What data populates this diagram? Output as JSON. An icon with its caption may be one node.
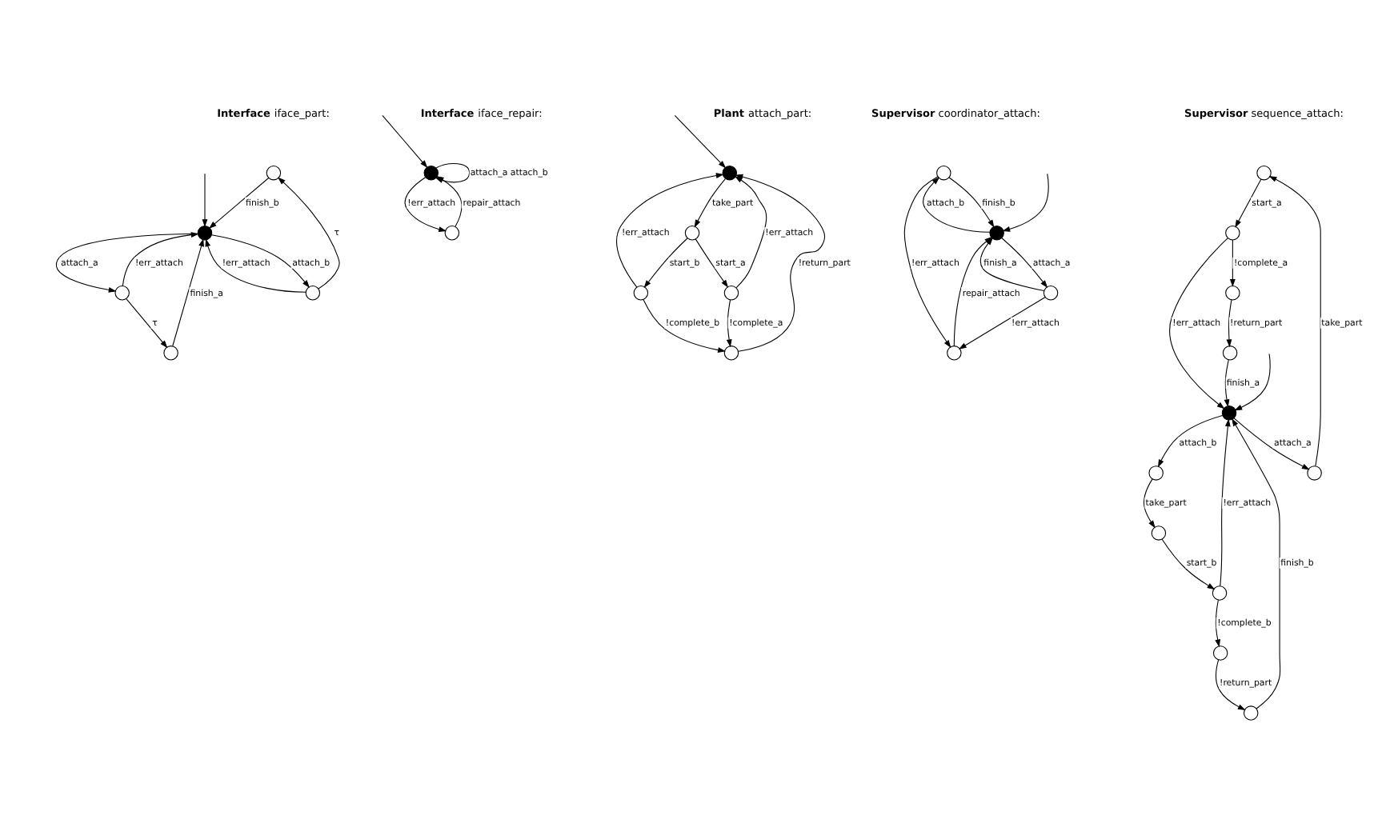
{
  "diagram": {
    "nodes": [
      {
        "text": [],
        "shape": "circle"
      },
      {
        "text": [],
        "shape": "circle"
      },
      {
        "text": [],
        "shape": "circle"
      },
      {
        "text": [],
        "shape": "circle"
      },
      {
        "text": [],
        "shape": "circle"
      },
      {
        "text": [],
        "shape": "circle"
      },
      {
        "text": [],
        "shape": "circle"
      },
      {
        "text": [],
        "shape": "circle"
      },
      {
        "text": [],
        "shape": "circle"
      },
      {
        "text": [],
        "shape": "circle"
      },
      {
        "text": [],
        "shape": "circle"
      },
      {
        "text": [],
        "shape": "circle"
      },
      {
        "text": [],
        "shape": "circle"
      },
      {
        "text": [],
        "shape": "circle"
      },
      {
        "text": [],
        "shape": "circle"
      },
      {
        "text": [],
        "shape": "circle"
      },
      {
        "text": [],
        "shape": "circle"
      },
      {
        "text": [],
        "shape": "circle"
      },
      {
        "text": [],
        "shape": "circle"
      },
      {
        "text": [],
        "shape": "circle"
      },
      {
        "text": [],
        "shape": "circle"
      },
      {
        "text": [],
        "shape": "circle"
      },
      {
        "text": [],
        "shape": "circle"
      },
      {
        "text": [],
        "shape": "circle"
      },
      {
        "text": [],
        "shape": "circle"
      },
      {
        "text": [],
        "shape": "circle"
      },
      {
        "text": [],
        "shape": "circle"
      }
    ],
    "edges": [
      {
        "from": null,
        "to": 2,
        "arrow": "to"
      },
      {
        "from": 2,
        "to": 1,
        "arrow": "to",
        "label": "attach_b"
      },
      {
        "from": 1,
        "to": 2,
        "arrow": "to",
        "label": "!err_attach"
      },
      {
        "from": 1,
        "to": 0,
        "arrow": "to",
        "label": "τ"
      },
      {
        "from": 0,
        "to": 2,
        "arrow": "to",
        "label": "finish_b"
      },
      {
        "from": 2,
        "to": 3,
        "arrow": "to",
        "label": "attach_a"
      },
      {
        "from": 3,
        "to": 2,
        "arrow": "to",
        "label": "!err_attach"
      },
      {
        "from": 3,
        "to": 4,
        "arrow": "to",
        "label": "τ"
      },
      {
        "from": 4,
        "to": 2,
        "arrow": "to",
        "label": "finish_a"
      },
      {
        "from": null,
        "to": 5,
        "arrow": "to"
      },
      {
        "from": 5,
        "to": 5,
        "arrow": "to",
        "label": "attach_a attach_b"
      },
      {
        "from": 5,
        "to": 6,
        "arrow": "to",
        "label": "!err_attach"
      },
      {
        "from": 6,
        "to": 5,
        "arrow": "to",
        "label": "repair_attach"
      },
      {
        "from": null,
        "to": 7,
        "arrow": "to"
      },
      {
        "from": 7,
        "to": 8,
        "arrow": "to",
        "label": "take_part"
      },
      {
        "from": 8,
        "to": 9,
        "arrow": "to",
        "label": "start_a"
      },
      {
        "from": 8,
        "to": 10,
        "arrow": "to",
        "label": "start_b"
      },
      {
        "from": 9,
        "to": 7,
        "arrow": "to",
        "label": "!err_attach"
      },
      {
        "from": 10,
        "to": 7,
        "arrow": "to",
        "label": "!err_attach"
      },
      {
        "from": 9,
        "to": 11,
        "arrow": "to",
        "label": "!complete_a"
      },
      {
        "from": 10,
        "to": 11,
        "arrow": "to",
        "label": "!complete_b"
      },
      {
        "from": 11,
        "to": 7,
        "arrow": "to",
        "label": "!return_part"
      },
      {
        "from": null,
        "to": 13,
        "arrow": "to"
      },
      {
        "from": 12,
        "to": 13,
        "arrow": "to",
        "label": "finish_b"
      },
      {
        "from": 13,
        "to": 12,
        "arrow": "to",
        "label": "attach_b"
      },
      {
        "from": 14,
        "to": 13,
        "arrow": "to",
        "label": "finish_a"
      },
      {
        "from": 13,
        "to": 14,
        "arrow": "to",
        "label": "attach_a"
      },
      {
        "from": 12,
        "to": 15,
        "arrow": "to",
        "label": "!err_attach"
      },
      {
        "from": 14,
        "to": 15,
        "arrow": "to",
        "label": "!err_attach"
      },
      {
        "from": 15,
        "to": 13,
        "arrow": "to",
        "label": "repair_attach"
      },
      {
        "from": 16,
        "to": 17,
        "arrow": "to",
        "label": "start_a"
      },
      {
        "from": 17,
        "to": 18,
        "arrow": "to",
        "label": "!complete_a"
      },
      {
        "from": 19,
        "to": 16,
        "arrow": "to",
        "label": "take_part"
      },
      {
        "from": 17,
        "to": 21,
        "arrow": "to",
        "label": "!err_attach"
      },
      {
        "from": 18,
        "to": 20,
        "arrow": "to",
        "label": "!return_part"
      },
      {
        "from": 21,
        "to": 19,
        "arrow": "to",
        "label": "attach_a"
      },
      {
        "from": 20,
        "to": 21,
        "arrow": "to",
        "label": "finish_a"
      },
      {
        "from": null,
        "to": 21,
        "arrow": "to"
      },
      {
        "from": 21,
        "to": 22,
        "arrow": "to",
        "label": "attach_b"
      },
      {
        "from": 23,
        "to": 21,
        "arrow": "to",
        "label": "finish_b"
      },
      {
        "from": 22,
        "to": 24,
        "arrow": "to",
        "label": "take_part"
      },
      {
        "from": 25,
        "to": 21,
        "arrow": "to",
        "label": "!err_attach"
      },
      {
        "from": 26,
        "to": 23,
        "arrow": "to",
        "label": "!return_part"
      },
      {
        "from": 24,
        "to": 25,
        "arrow": "to",
        "label": "start_b"
      },
      {
        "from": 25,
        "to": 26,
        "arrow": "to",
        "label": "!complete_b"
      }
    ],
    "labels": [
      "**Interface** iface_part:",
      "**Interface** iface_repair:",
      "**Plant** attach_part:",
      "**Supervisor** coordinator_attach:",
      "**Supervisor** sequence_attach:"
    ]
  }
}
